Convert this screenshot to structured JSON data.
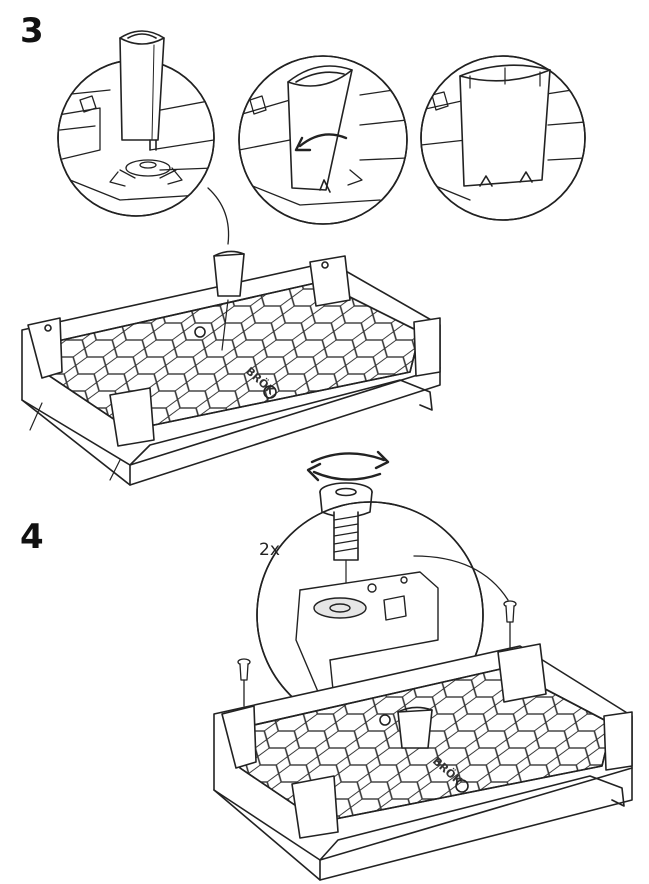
{
  "steps": [
    {
      "number": "3"
    },
    {
      "number": "4",
      "quantity": "2x"
    }
  ],
  "embossed_marking": "BRÖK",
  "colors": {
    "line": "#222222",
    "fill": "#ffffff",
    "shade": "#e6e6e6"
  },
  "icons": [
    "rotate-arrow-icon",
    "double-rotate-arrow-icon",
    "screw-foot-icon",
    "magnifier-callout-icon"
  ]
}
